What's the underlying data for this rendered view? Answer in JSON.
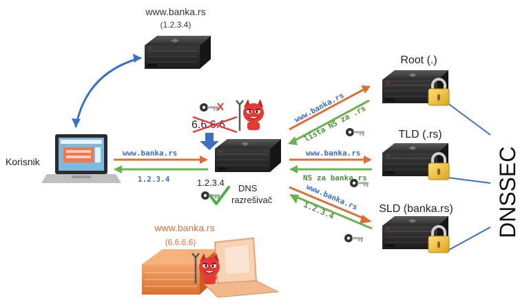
{
  "colors": {
    "request_arrow": "#d9703a",
    "response_arrow": "#6ab04c",
    "sync_arrow": "#3b6fc4",
    "dnssec_line": "#3b6fc4",
    "attacker_text": "#d9703a",
    "mono_blue": "#3b6fc4",
    "mono_green": "#4f8f3b",
    "check": "#4caf50",
    "cross": "#e53935",
    "server_dark": "#2a2a2a",
    "server_orange": "#e6893f"
  },
  "labels": {
    "bank_server_name": "www.banka.rs",
    "bank_server_ip": "(1.2.3.4)",
    "user": "Korisnik",
    "resolver_ip": "1.2.3.4",
    "resolver_line1": "DNS",
    "resolver_line2": "razrešivač",
    "poisoned_ip": "6.6.6.6",
    "root": "Root (.)",
    "tld": "TLD (.rs)",
    "sld": "SLD (banka.rs)",
    "dnssec": "DNSSEC",
    "attacker_name": "www.banka.rs",
    "attacker_ip": "(6.6.6.6)"
  },
  "arrows": {
    "user_query": "www.banka.rs",
    "user_response": "1.2.3.4",
    "root_query": "www.banka.rs",
    "root_response": "lista NS za .rs",
    "tld_query": "www.banka.rs",
    "tld_response": "NS za banka.rs",
    "sld_query": "www.banka.rs",
    "sld_response": "1.2.3.4"
  },
  "icons": [
    "server-icon",
    "laptop-icon",
    "padlock-icon",
    "key-icon",
    "devil-icon",
    "check-icon",
    "cross-icon",
    "down-arrow-icon"
  ]
}
